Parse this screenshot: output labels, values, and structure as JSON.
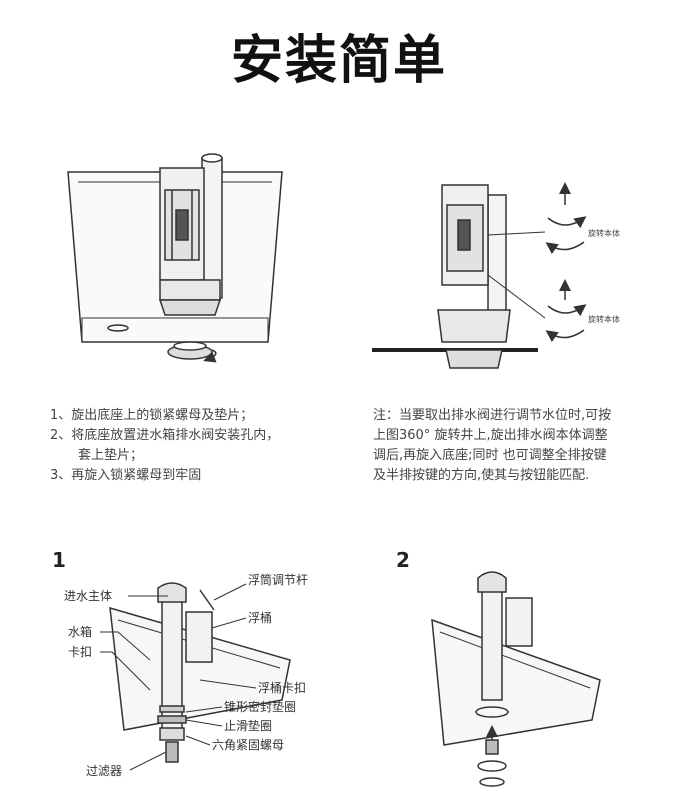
{
  "title": "安装简单",
  "instructions": [
    "1、旋出底座上的锁紧螺母及垫片；",
    "2、将底座放置进水箱排水阀安装孔内，",
    "套上垫片；",
    "3、再旋入锁紧螺母到牢固"
  ],
  "note": [
    "注：当要取出排水阀进行调节水位时,可按",
    "上图360°  旋转井上,旋出排水阀本体调整",
    "调后,再旋入底座;同时  也可调整全排按键",
    "及半排按键的方向,使其与按钮能匹配."
  ],
  "rotate_labels": [
    "旋转本体",
    "旋转本体"
  ],
  "step_numbers": [
    "1",
    "2"
  ],
  "part_labels": {
    "inlet_body": "进水主体",
    "float_rod": "浮筒调节杆",
    "tank": "水箱",
    "float": "浮桶",
    "clip": "卡扣",
    "float_clip": "浮桶卡扣",
    "cone_seal": "锥形密封垫圈",
    "anti_slip": "止滑垫圈",
    "hex_nut": "六角紧固螺母",
    "filter": "过滤器"
  }
}
